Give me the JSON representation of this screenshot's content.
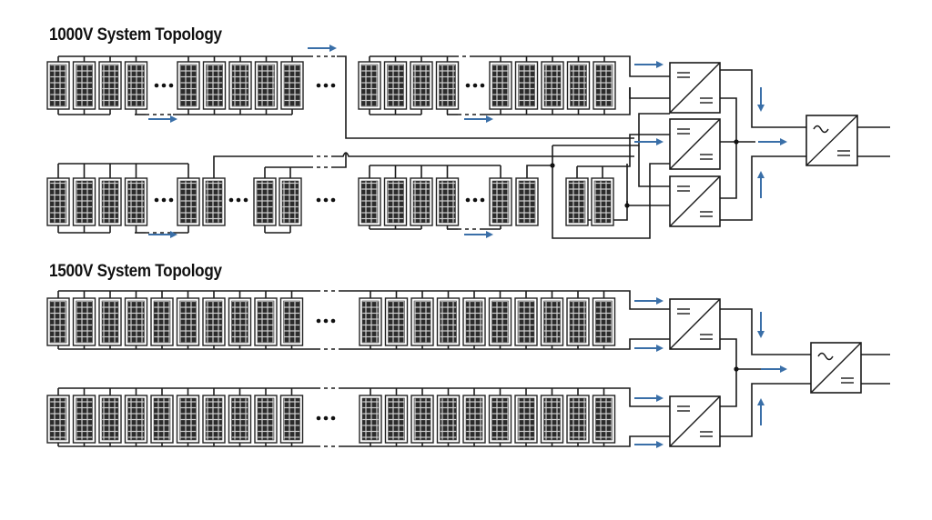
{
  "diagram": {
    "sections": [
      {
        "id": "1000v",
        "title": "1000V System Topology",
        "description": "Two rows of PV strings in a 1000V system feeding three DC/DC converters which combine into one DC/AC inverter",
        "dc_dc_converters": 3,
        "inverters": 1
      },
      {
        "id": "1500v",
        "title": "1500V System Topology",
        "description": "Two rows of PV strings in a 1500V system feeding two DC/DC converters which combine into one DC/AC inverter",
        "dc_dc_converters": 2,
        "inverters": 1
      }
    ],
    "symbols": {
      "dc": "=",
      "ac": "~",
      "ellipsis": "..."
    },
    "colors": {
      "wire": "#1a1a1a",
      "arrow": "#3a6fa8",
      "panel_frame": "#222222",
      "panel_cell": "#333333",
      "panel_grid": "#cccccc"
    },
    "icons": {
      "pv_panel": "solar-panel-icon",
      "dc_dc": "dc-dc-converter-icon",
      "dc_ac": "inverter-icon",
      "flow": "arrow-icon"
    }
  }
}
